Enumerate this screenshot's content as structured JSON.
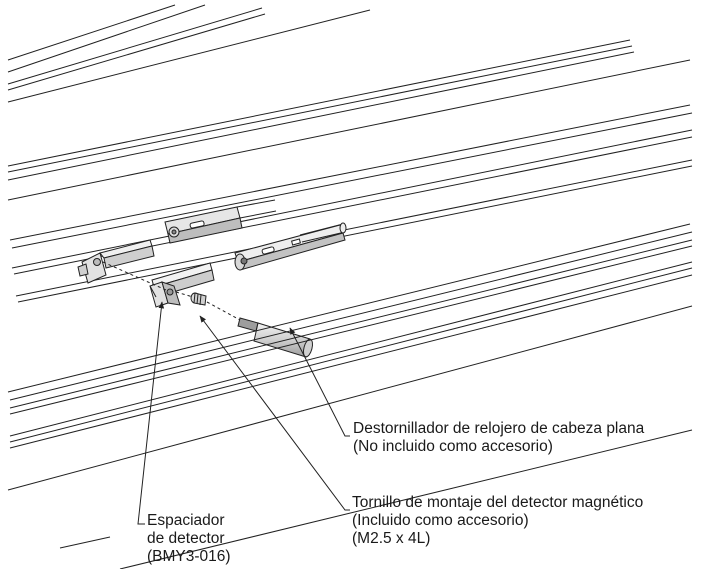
{
  "labels": {
    "screwdriver": {
      "line1": "Destornillador de relojero de cabeza plana",
      "line2": "(No incluido como accesorio)"
    },
    "screw": {
      "line1": "Tornillo de montaje del detector magnético",
      "line2": "(Incluido como accesorio)",
      "line3": "(M2.5 x 4L)"
    },
    "spacer": {
      "line1": "Espaciador",
      "line2": "de detector",
      "line3": "(BMY3-016)"
    }
  },
  "colors": {
    "line": "#222222",
    "fill_light": "#f4f4f4",
    "fill_mid": "#dcdcdc",
    "fill_dark": "#bcbcbc",
    "text": "#1a1a1a"
  }
}
